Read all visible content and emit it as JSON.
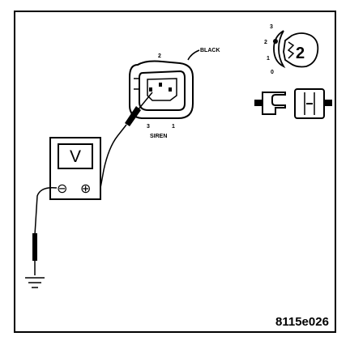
{
  "connector": {
    "color_label": "BLACK",
    "cavity_top": "2",
    "cavity_left": "3",
    "cavity_right": "1",
    "name": "SIREN"
  },
  "ignition": {
    "positions": [
      "3",
      "2",
      "1",
      "0"
    ],
    "selected": "2"
  },
  "meter": {
    "display": "V",
    "neg_symbol": "⊖",
    "pos_symbol": "⊕"
  },
  "figure_id": "8115e026"
}
